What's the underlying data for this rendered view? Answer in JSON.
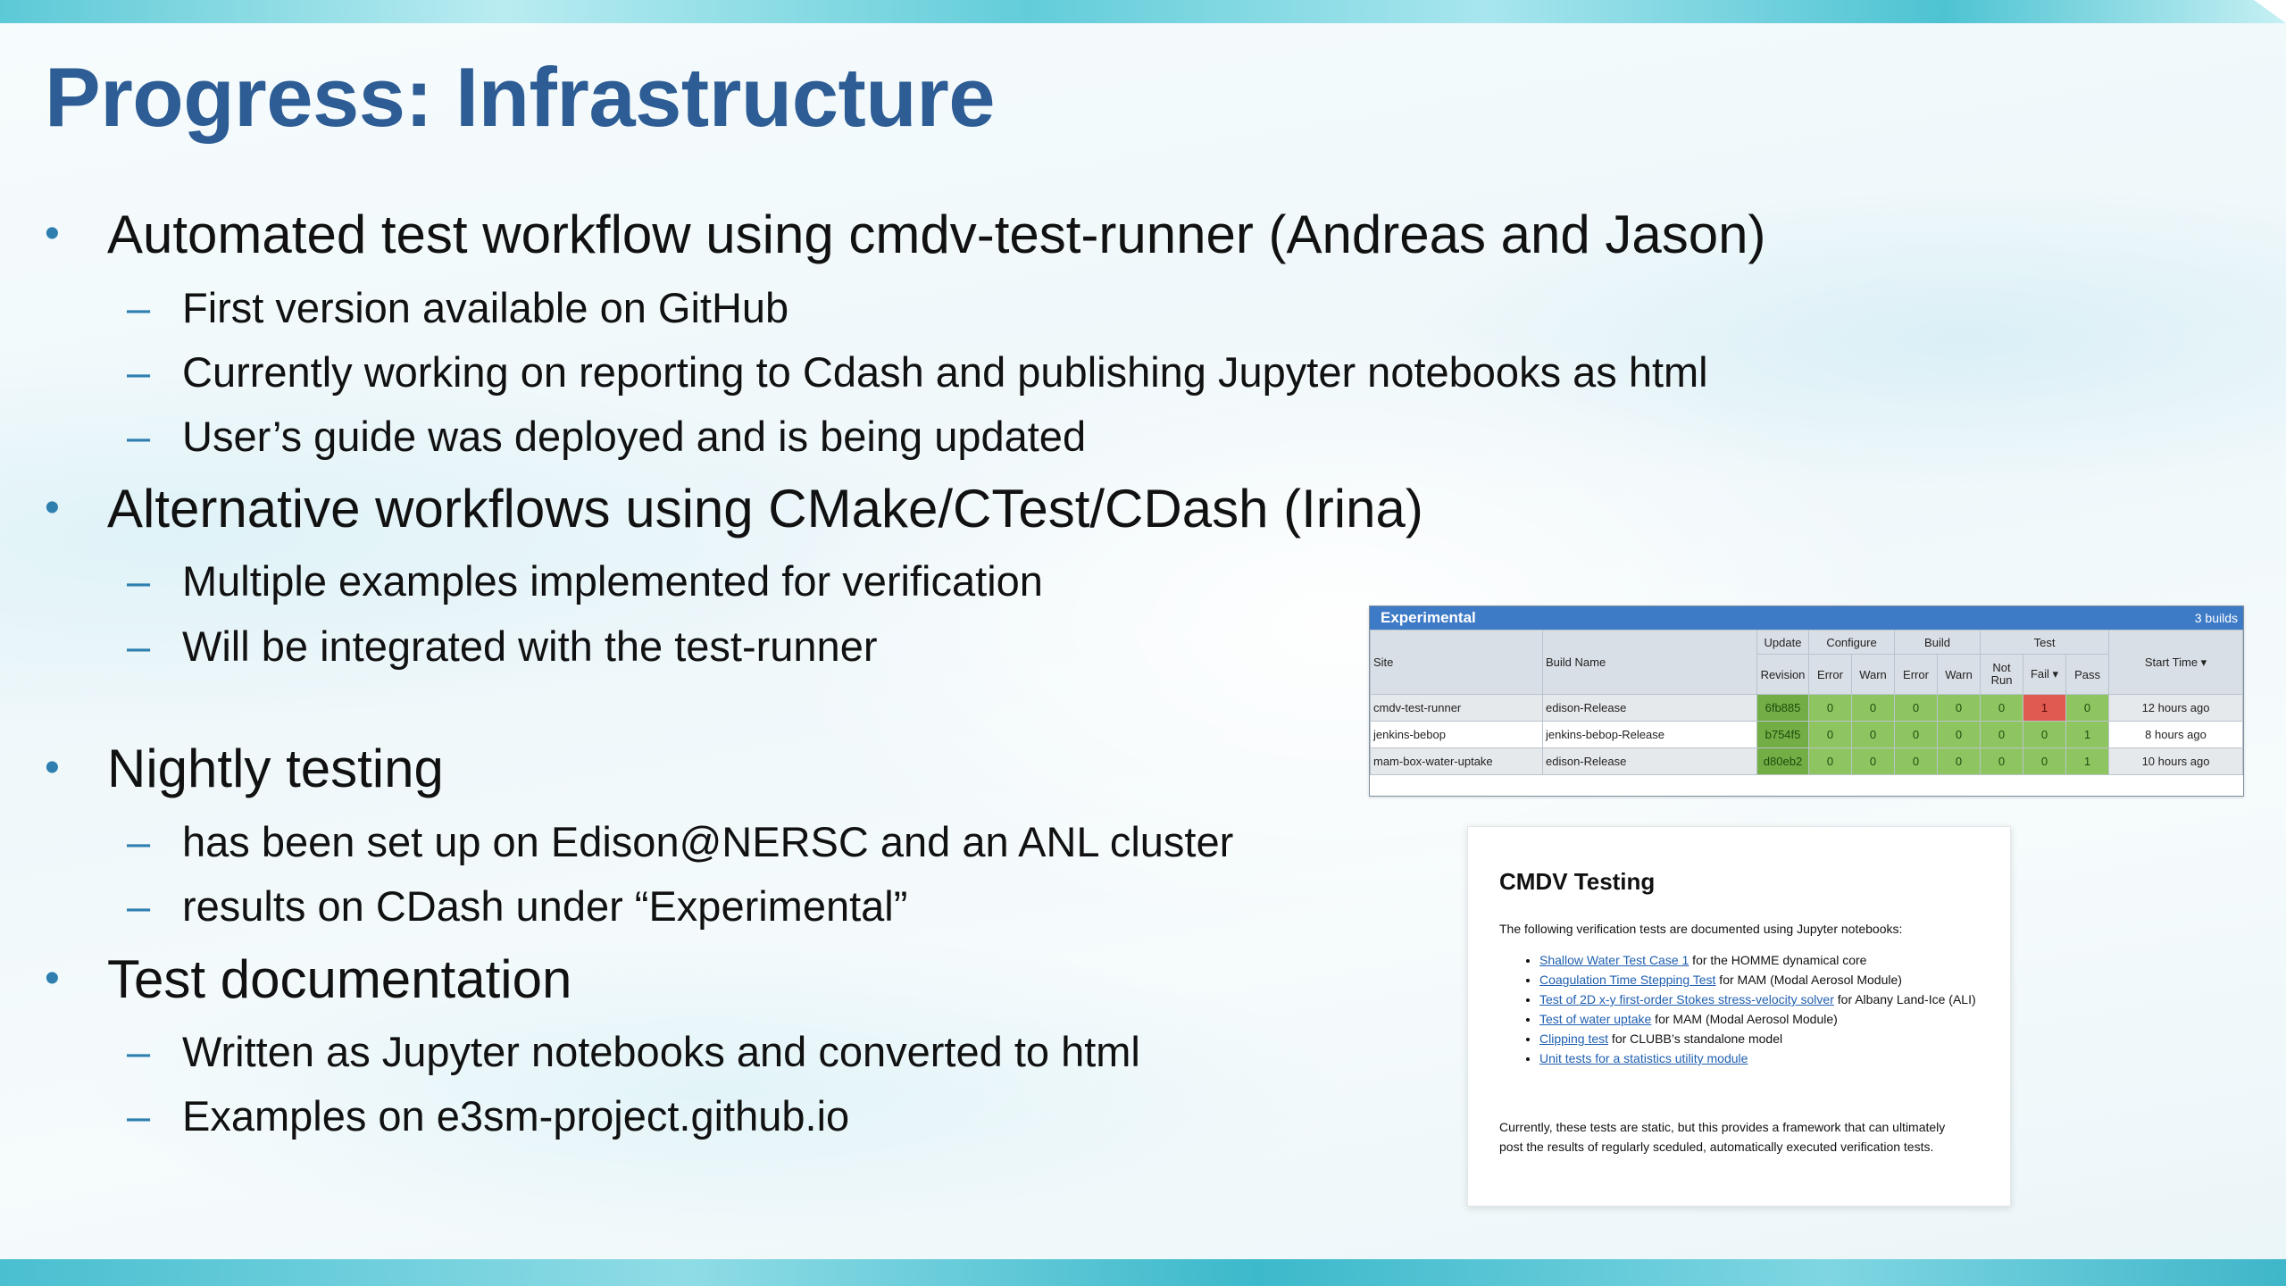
{
  "slide": {
    "title": "Progress: Infrastructure",
    "bullet_mark": "•",
    "sub_mark": "–",
    "bullets": [
      {
        "text": "Automated test workflow using cmdv-test-runner (Andreas and Jason)",
        "subs": [
          "First version available on GitHub",
          "Currently working on reporting to Cdash and publishing Jupyter notebooks as html",
          "User’s guide was deployed and is being updated"
        ]
      },
      {
        "text": "Alternative workflows using CMake/CTest/CDash (Irina)",
        "subs": [
          "Multiple examples implemented for verification",
          "Will be integrated with the test-runner"
        ]
      },
      {
        "text": "Nightly testing",
        "subs": [
          "has been set up on Edison@NERSC and an ANL cluster",
          "results on CDash under “Experimental”"
        ]
      },
      {
        "text": "Test documentation",
        "subs": [
          "Written as Jupyter notebooks and converted to html",
          "Examples on e3sm-project.github.io"
        ]
      }
    ]
  },
  "cdash": {
    "group": "Experimental",
    "count": "3 builds",
    "groups": {
      "update": "Update",
      "configure": "Configure",
      "build": "Build",
      "test": "Test"
    },
    "columns": {
      "site": "Site",
      "build_name": "Build Name",
      "revision": "Revision",
      "cfg_error": "Error",
      "cfg_warn": "Warn",
      "bld_error": "Error",
      "bld_warn": "Warn",
      "not_run": "Not Run",
      "fail": "Fail ▾",
      "pass": "Pass",
      "start_time": "Start Time ▾"
    },
    "rows": [
      {
        "site": "cmdv-test-runner",
        "build": "edison-Release",
        "revision": "6fb885",
        "cfg_error": "0",
        "cfg_warn": "0",
        "bld_error": "0",
        "bld_warn": "0",
        "not_run": "0",
        "fail": "1",
        "pass": "0",
        "time": "12 hours ago"
      },
      {
        "site": "jenkins-bebop",
        "build": "jenkins-bebop-Release",
        "revision": "b754f5",
        "cfg_error": "0",
        "cfg_warn": "0",
        "bld_error": "0",
        "bld_warn": "0",
        "not_run": "0",
        "fail": "0",
        "pass": "1",
        "time": "8 hours ago"
      },
      {
        "site": "mam-box-water-uptake",
        "build": "edison-Release",
        "revision": "d80eb2",
        "cfg_error": "0",
        "cfg_warn": "0",
        "bld_error": "0",
        "bld_warn": "0",
        "not_run": "0",
        "fail": "0",
        "pass": "1",
        "time": "10 hours ago"
      }
    ],
    "colors": {
      "header": "#3e7bc7",
      "ok": "#8fc561",
      "fail": "#e05a52"
    }
  },
  "doc": {
    "title": "CMDV Testing",
    "intro": "The following verification tests are documented using Jupyter notebooks:",
    "items": [
      {
        "link": "Shallow Water Test Case 1",
        "rest": " for the HOMME dynamical core"
      },
      {
        "link": "Coagulation Time Stepping Test",
        "rest": " for MAM (Modal Aerosol Module)"
      },
      {
        "link": "Test of 2D x-y first-order Stokes stress-velocity solver",
        "rest": " for Albany Land-Ice (ALI)"
      },
      {
        "link": "Test of water uptake",
        "rest": " for MAM (Modal Aerosol Module)"
      },
      {
        "link": "Clipping test",
        "rest": " for CLUBB’s standalone model"
      },
      {
        "link": "Unit tests for a statistics utility module",
        "rest": ""
      }
    ],
    "outro": "Currently, these tests are static, but this provides a framework that can ultimately post the results of regularly sceduled, automatically executed verification tests."
  }
}
